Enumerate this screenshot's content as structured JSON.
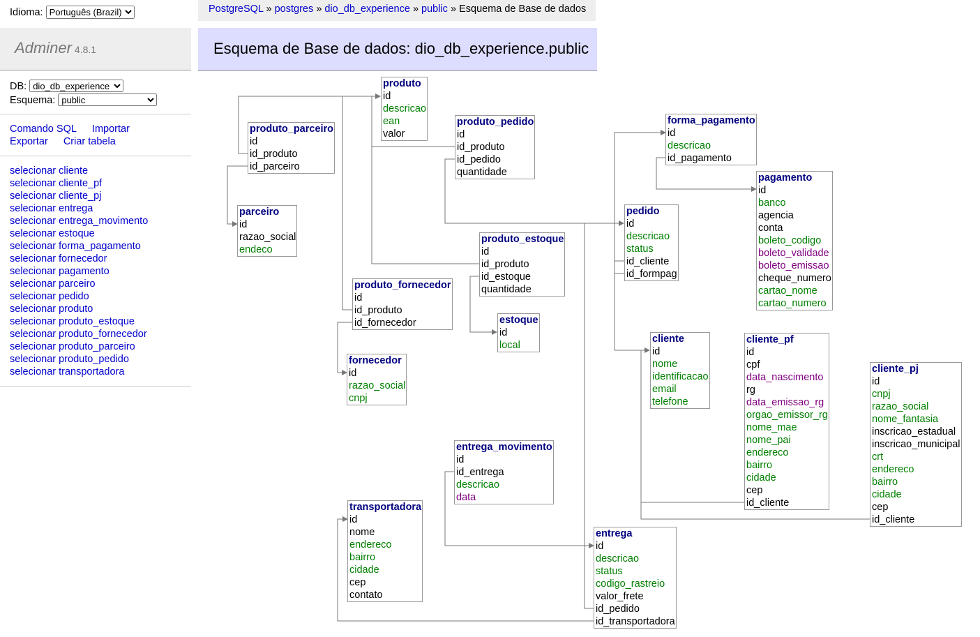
{
  "lang": {
    "label": "Idioma:",
    "value": "Português (Brazil)"
  },
  "menu": {
    "logo": "Adminer",
    "version": "4.8.1"
  },
  "db": {
    "db_label": "DB:",
    "db_value": "dio_db_experience",
    "schema_label": "Esquema:",
    "schema_value": "public"
  },
  "commands": [
    "Comando SQL",
    "Importar",
    "Exportar",
    "Criar tabela"
  ],
  "select_word": "selecionar",
  "table_links": [
    "cliente",
    "cliente_pf",
    "cliente_pj",
    "entrega",
    "entrega_movimento",
    "estoque",
    "forma_pagamento",
    "fornecedor",
    "pagamento",
    "parceiro",
    "pedido",
    "produto",
    "produto_estoque",
    "produto_fornecedor",
    "produto_parceiro",
    "produto_pedido",
    "transportadora"
  ],
  "breadcrumb": {
    "items": [
      "PostgreSQL",
      "postgres",
      "dio_db_experience",
      "public"
    ],
    "sep": "»",
    "current": "Esquema de Base de dados"
  },
  "page_title": "Esquema de Base de dados: dio_db_experience.public",
  "colors": {
    "key": "#000000",
    "text": "#008000",
    "date": "#800080",
    "header": "#000080",
    "link": "#0000cc"
  },
  "tables": [
    {
      "name": "produto",
      "cols": [
        [
          "id",
          "k"
        ],
        [
          "descricao",
          "g"
        ],
        [
          "ean",
          "g"
        ],
        [
          "valor",
          "k"
        ]
      ]
    },
    {
      "name": "produto_parceiro",
      "cols": [
        [
          "id",
          "k"
        ],
        [
          "id_produto",
          "k"
        ],
        [
          "id_parceiro",
          "k"
        ]
      ]
    },
    {
      "name": "produto_pedido",
      "cols": [
        [
          "id",
          "k"
        ],
        [
          "id_produto",
          "k"
        ],
        [
          "id_pedido",
          "k"
        ],
        [
          "quantidade",
          "k"
        ]
      ]
    },
    {
      "name": "forma_pagamento",
      "cols": [
        [
          "id",
          "k"
        ],
        [
          "descricao",
          "g"
        ],
        [
          "id_pagamento",
          "k"
        ]
      ]
    },
    {
      "name": "pagamento",
      "cols": [
        [
          "id",
          "k"
        ],
        [
          "banco",
          "g"
        ],
        [
          "agencia",
          "k"
        ],
        [
          "conta",
          "k"
        ],
        [
          "boleto_codigo",
          "g"
        ],
        [
          "boleto_validade",
          "p"
        ],
        [
          "boleto_emissao",
          "p"
        ],
        [
          "cheque_numero",
          "k"
        ],
        [
          "cartao_nome",
          "g"
        ],
        [
          "cartao_numero",
          "g"
        ]
      ]
    },
    {
      "name": "parceiro",
      "cols": [
        [
          "id",
          "k"
        ],
        [
          "razao_social",
          "k"
        ],
        [
          "endeco",
          "g"
        ]
      ]
    },
    {
      "name": "pedido",
      "cols": [
        [
          "id",
          "k"
        ],
        [
          "descricao",
          "g"
        ],
        [
          "status",
          "g"
        ],
        [
          "id_cliente",
          "k"
        ],
        [
          "id_formpag",
          "k"
        ]
      ]
    },
    {
      "name": "produto_estoque",
      "cols": [
        [
          "id",
          "k"
        ],
        [
          "id_produto",
          "k"
        ],
        [
          "id_estoque",
          "k"
        ],
        [
          "quantidade",
          "k"
        ]
      ]
    },
    {
      "name": "produto_fornecedor",
      "cols": [
        [
          "id",
          "k"
        ],
        [
          "id_produto",
          "k"
        ],
        [
          "id_fornecedor",
          "k"
        ]
      ]
    },
    {
      "name": "estoque",
      "cols": [
        [
          "id",
          "k"
        ],
        [
          "local",
          "g"
        ]
      ]
    },
    {
      "name": "cliente",
      "cols": [
        [
          "id",
          "k"
        ],
        [
          "nome",
          "g"
        ],
        [
          "identificacao",
          "g"
        ],
        [
          "email",
          "g"
        ],
        [
          "telefone",
          "g"
        ]
      ]
    },
    {
      "name": "cliente_pf",
      "cols": [
        [
          "id",
          "k"
        ],
        [
          "cpf",
          "k"
        ],
        [
          "data_nascimento",
          "p"
        ],
        [
          "rg",
          "k"
        ],
        [
          "data_emissao_rg",
          "p"
        ],
        [
          "orgao_emissor_rg",
          "g"
        ],
        [
          "nome_mae",
          "g"
        ],
        [
          "nome_pai",
          "g"
        ],
        [
          "endereco",
          "g"
        ],
        [
          "bairro",
          "g"
        ],
        [
          "cidade",
          "g"
        ],
        [
          "cep",
          "k"
        ],
        [
          "id_cliente",
          "k"
        ]
      ]
    },
    {
      "name": "cliente_pj",
      "cols": [
        [
          "id",
          "k"
        ],
        [
          "cnpj",
          "g"
        ],
        [
          "razao_social",
          "g"
        ],
        [
          "nome_fantasia",
          "g"
        ],
        [
          "inscricao_estadual",
          "k"
        ],
        [
          "inscricao_municipal",
          "k"
        ],
        [
          "crt",
          "g"
        ],
        [
          "endereco",
          "g"
        ],
        [
          "bairro",
          "g"
        ],
        [
          "cidade",
          "g"
        ],
        [
          "cep",
          "k"
        ],
        [
          "id_cliente",
          "k"
        ]
      ]
    },
    {
      "name": "fornecedor",
      "cols": [
        [
          "id",
          "k"
        ],
        [
          "razao_social",
          "g"
        ],
        [
          "cnpj",
          "g"
        ]
      ]
    },
    {
      "name": "entrega_movimento",
      "cols": [
        [
          "id",
          "k"
        ],
        [
          "id_entrega",
          "k"
        ],
        [
          "descricao",
          "g"
        ],
        [
          "data",
          "p"
        ]
      ]
    },
    {
      "name": "transportadora",
      "cols": [
        [
          "id",
          "k"
        ],
        [
          "nome",
          "k"
        ],
        [
          "endereco",
          "g"
        ],
        [
          "bairro",
          "g"
        ],
        [
          "cidade",
          "g"
        ],
        [
          "cep",
          "k"
        ],
        [
          "contato",
          "k"
        ]
      ]
    },
    {
      "name": "entrega",
      "cols": [
        [
          "id",
          "k"
        ],
        [
          "descricao",
          "g"
        ],
        [
          "status",
          "g"
        ],
        [
          "codigo_rastreio",
          "g"
        ],
        [
          "valor_frete",
          "k"
        ],
        [
          "id_pedido",
          "k"
        ],
        [
          "id_transportadora",
          "k"
        ]
      ]
    }
  ]
}
